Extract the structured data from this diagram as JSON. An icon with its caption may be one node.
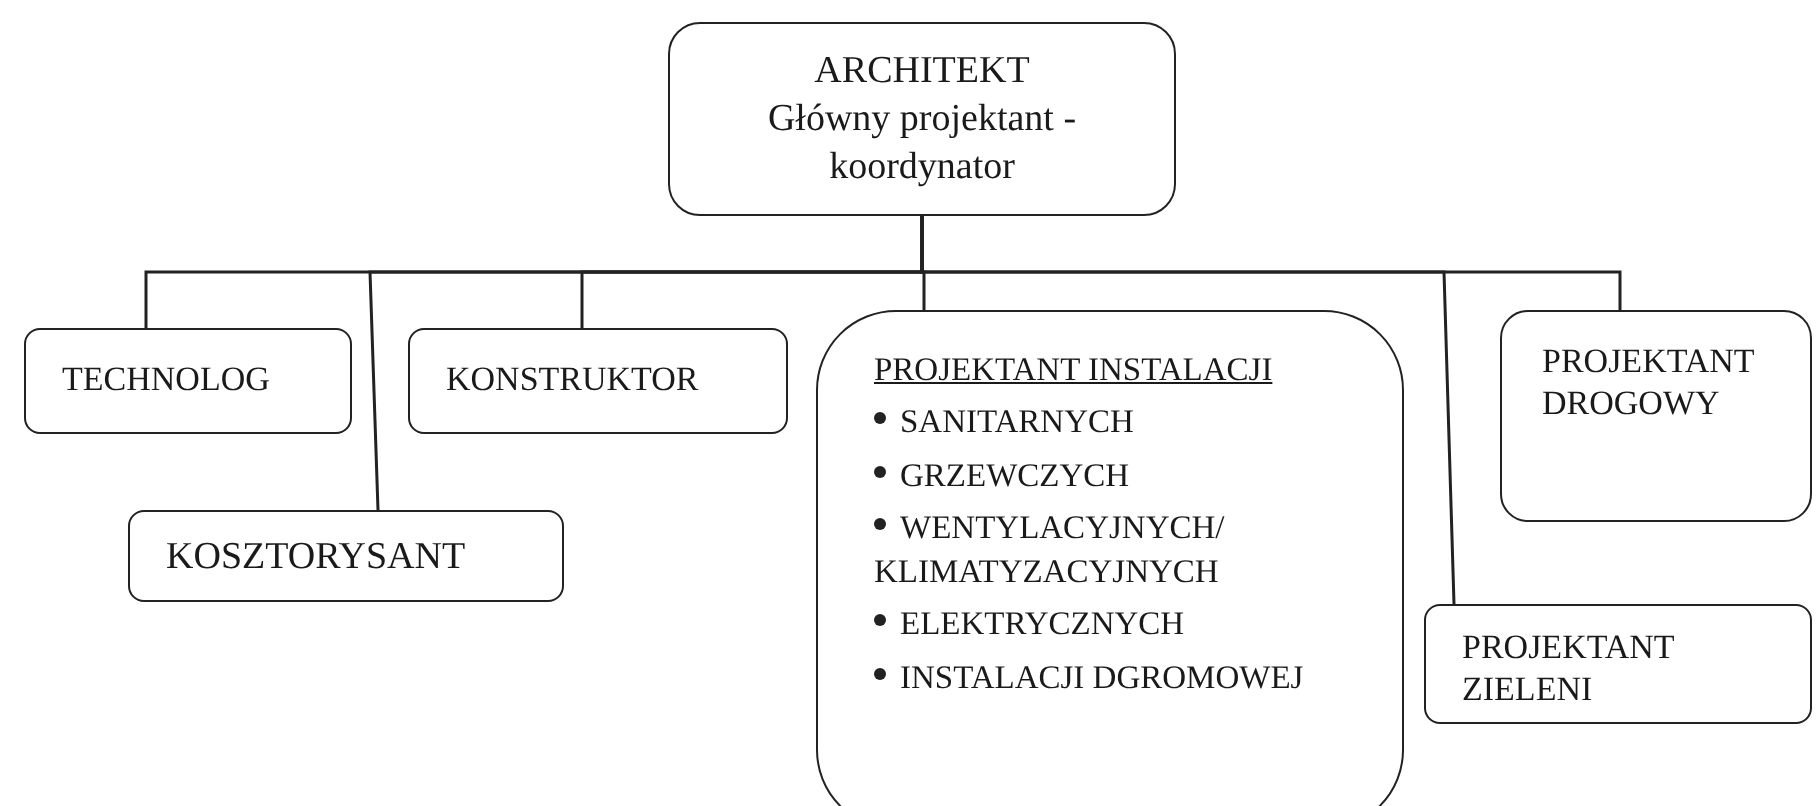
{
  "diagram": {
    "nodes": [
      {
        "text": [
          "ARCHITEKT",
          "Główny projektant - koordynator"
        ]
      },
      {
        "text": [
          "TECHNOLOG"
        ]
      },
      {
        "text": [
          "KONSTRUKTOR"
        ]
      },
      {
        "text": [
          "PROJEKTANT INSTALACJI",
          "SANITARNYCH",
          "GRZEWCZYCH",
          "WENTYLACYJNYCH/ KLIMATYZACYJNYCH",
          "ELEKTRYCZNYCH",
          "INSTALACJI DGROMOWEJ"
        ]
      },
      {
        "text": [
          "PROJEKTANT DROGOWY"
        ]
      },
      {
        "text": [
          "KOSZTORYSANT"
        ]
      },
      {
        "text": [
          "PROJEKTANT ZIELENI"
        ]
      }
    ],
    "edges": [
      {
        "from": 0,
        "to": 1,
        "arrow": "none"
      },
      {
        "from": 0,
        "to": 5,
        "arrow": "none"
      },
      {
        "from": 0,
        "to": 2,
        "arrow": "none"
      },
      {
        "from": 0,
        "to": 3,
        "arrow": "none"
      },
      {
        "from": 0,
        "to": 6,
        "arrow": "none"
      },
      {
        "from": 0,
        "to": 4,
        "arrow": "none"
      }
    ]
  }
}
